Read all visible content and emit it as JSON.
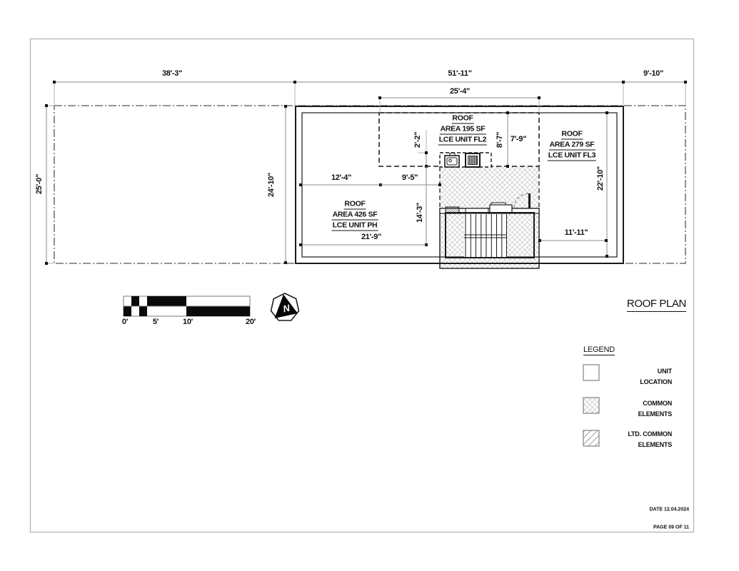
{
  "palette": {
    "ink": "#1a1a1a",
    "dim_line": "#8a8a8a",
    "hatch": "#b3b3b3"
  },
  "title": "ROOF PLAN",
  "dims": {
    "top_left": "38'-3\"",
    "top_mid": "51'-11\"",
    "top_right": "9'-10\"",
    "sub_top": "25'-4\"",
    "lot_left": "25'-0\"",
    "bldg_left": "24'-10\"",
    "int_12_4": "12'-4\"",
    "int_9_5": "9'-5\"",
    "int_2_2": "2'-2\"",
    "int_8_7": "8'-7\"",
    "int_7_9": "7'-9\"",
    "right_22_10": "22'-10\"",
    "int_14_3": "14'-3\"",
    "bot_21_9": "21'-9\"",
    "bot_11_11": "11'-11\""
  },
  "roof_labels": {
    "fl2": {
      "line1": "ROOF",
      "line2": "AREA 195 SF",
      "line3": "LCE UNIT FL2"
    },
    "fl3": {
      "line1": "ROOF",
      "line2": "AREA 279 SF",
      "line3": "LCE UNIT FL3"
    },
    "ph": {
      "line1": "ROOF",
      "line2": "AREA 426 SF",
      "line3": "LCE UNIT PH"
    }
  },
  "scale_bar": {
    "t0": "0'",
    "t5": "5'",
    "t10": "10'",
    "t20": "20'"
  },
  "north_label": "N",
  "legend": {
    "title": "LEGEND",
    "unit_location": {
      "line1": "UNIT",
      "line2": "LOCATION"
    },
    "common": {
      "line1": "COMMON",
      "line2": "ELEMENTS"
    },
    "ltd_common": {
      "line1": "LTD. COMMON",
      "line2": "ELEMENTS"
    }
  },
  "footer": {
    "date": "DATE 12.04.2024",
    "page": "PAGE 09 OF 11"
  }
}
